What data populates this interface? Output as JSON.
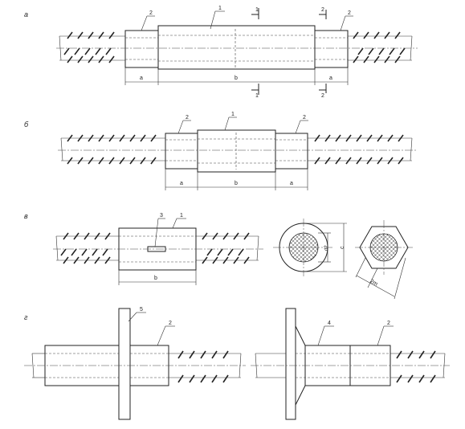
{
  "colors": {
    "line": "#222222",
    "background": "#ffffff"
  },
  "panels": {
    "a": {
      "label": "а",
      "callouts": {
        "sleeve": "1",
        "nut_left": "2",
        "nut_right": "2"
      },
      "section_marks": {
        "top_left": "1",
        "top_right": "2",
        "bottom_left": "1",
        "bottom_right": "2"
      },
      "dims": {
        "left": "a",
        "middle": "b",
        "right": "a"
      }
    },
    "b": {
      "label": "б",
      "callouts": {
        "sleeve": "1",
        "nut_left": "2",
        "nut_right": "2"
      },
      "dims": {
        "left": "a",
        "middle": "b",
        "right": "a"
      }
    },
    "v": {
      "label": "в",
      "callouts": {
        "wedge": "3",
        "sleeve": "1"
      },
      "dims": {
        "length": "b",
        "inner_diameter": "d2",
        "outer_diameter": "c",
        "hex_across_flats": "2m"
      }
    },
    "g": {
      "label": "г",
      "callouts": {
        "plate": "5",
        "nut_left": "2",
        "flange": "4",
        "nut_right": "2"
      }
    }
  }
}
